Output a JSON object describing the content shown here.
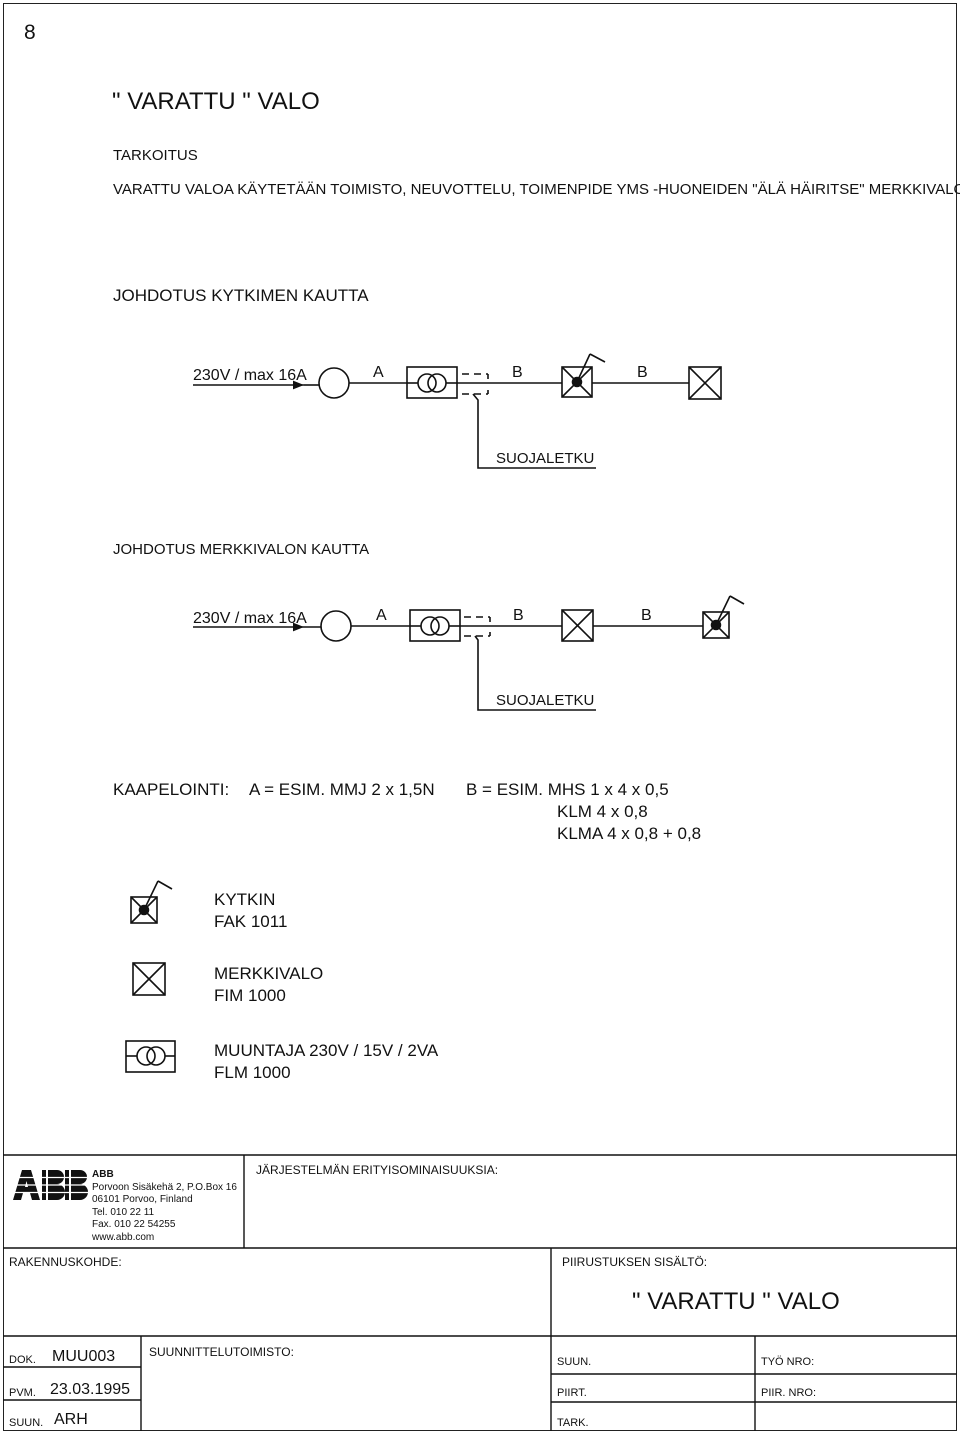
{
  "page_number": "8",
  "title": "\" VARATTU \"  VALO",
  "purpose": {
    "heading": "TARKOITUS",
    "text": "VARATTU VALOA KÄYTETÄÄN TOIMISTO, NEUVOTTELU, TOIMENPIDE YMS -HUONEIDEN \"ÄLÄ HÄIRITSE\" MERKKIVALONA."
  },
  "diagram1": {
    "heading": "JOHDOTUS KYTKIMEN KAUTTA",
    "supply": "230V / max 16A",
    "cable_a": "A",
    "cable_b1": "B",
    "cable_b2": "B",
    "conduit_label": "SUOJALETKU"
  },
  "diagram2": {
    "heading": "JOHDOTUS MERKKIVALON KAUTTA",
    "supply": "230V / max 16A",
    "cable_a": "A",
    "cable_b1": "B",
    "cable_b2": "B",
    "conduit_label": "SUOJALETKU"
  },
  "cabling": {
    "label": "KAAPELOINTI:",
    "a": "A = ESIM. MMJ 2 x 1,5N",
    "b_lines": [
      "B = ESIM. MHS 1 x 4 x 0,5",
      "KLM 4 x 0,8",
      "KLMA 4 x 0,8 + 0,8"
    ]
  },
  "legend": [
    {
      "icon": "switch-icon",
      "name": "KYTKIN",
      "code": "FAK 1011"
    },
    {
      "icon": "signal-light-icon",
      "name": "MERKKIVALO",
      "code": "FIM 1000"
    },
    {
      "icon": "transformer-icon",
      "name": "MUUNTAJA 230V / 15V / 2VA",
      "code": "FLM 1000"
    }
  ],
  "title_block": {
    "company": {
      "name": "ABB",
      "lines": [
        "Porvoon Sisäkehä 2, P.O.Box 16",
        "06101 Porvoo, Finland",
        "Tel. 010 22 11",
        "Fax. 010 22 54255",
        "www.abb.com"
      ]
    },
    "system_features_label": "JÄRJESTELMÄN ERITYISOMINAISUUKSIA:",
    "project_label": "RAKENNUSKOHDE:",
    "drawing_content_label": "PIIRUSTUKSEN SISÄLTÖ:",
    "drawing_content_value": "\" VARATTU \"  VALO",
    "doc_label": "DOK.",
    "doc_value": "MUU003",
    "date_label": "PVM.",
    "date_value": "23.03.1995",
    "designer_label": "SUUN.",
    "designer_value": "ARH",
    "design_office_label": "SUUNNITTELUTOIMISTO:",
    "suun_label": "SUUN.",
    "piirt_label": "PIIRT.",
    "tark_label": "TARK.",
    "work_no_label": "TYÖ NRO:",
    "drawing_no_label": "PIIR. NRO:"
  },
  "colors": {
    "ink": "#111111",
    "background": "#ffffff"
  }
}
